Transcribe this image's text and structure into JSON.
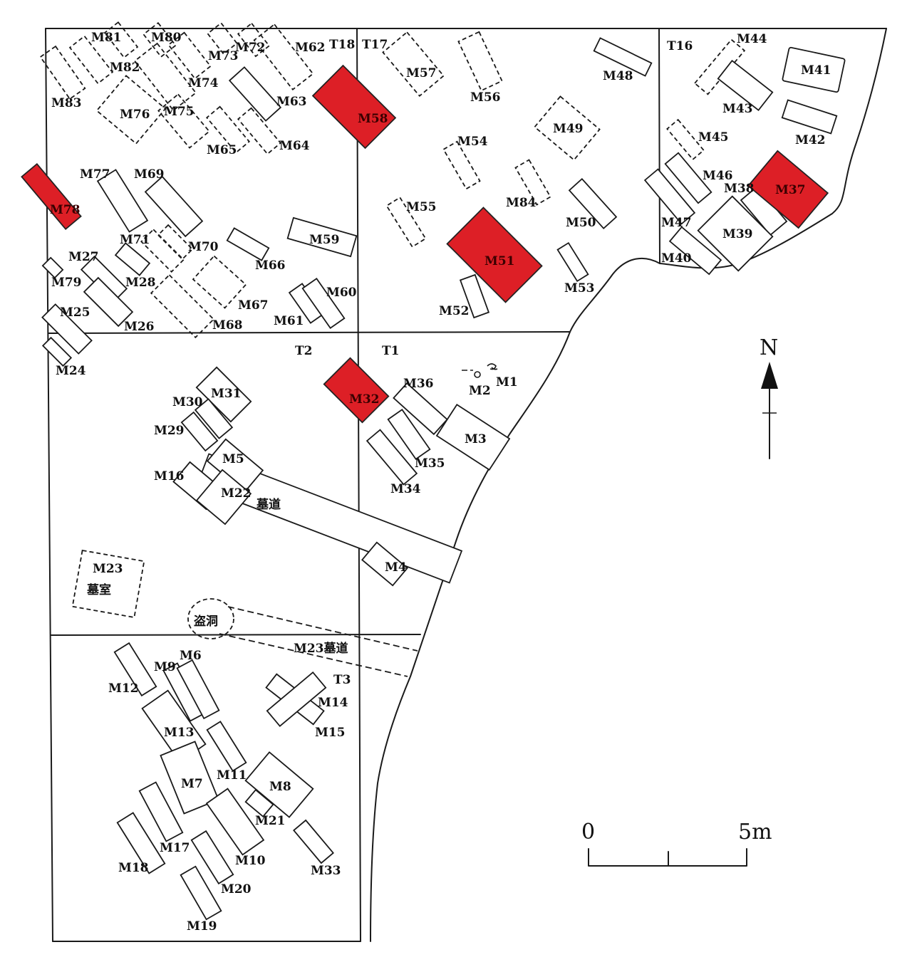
{
  "colors": {
    "highlight": "#dd1f26",
    "line": "#1a1a1a",
    "background": "#ffffff"
  },
  "labels": {
    "trenches": {
      "t1": "T1",
      "t2": "T2",
      "t3": "T3",
      "t16": "T16",
      "t17": "T17",
      "t18": "T18"
    },
    "north": "N",
    "scale_start": "0",
    "scale_end": "5m",
    "passage": "墓道",
    "tomb_chamber": "墓室",
    "robbers_hole": "盗洞",
    "m23_passage": "M23墓道"
  },
  "tombs": [
    {
      "id": "M1",
      "style": "outline"
    },
    {
      "id": "M2",
      "style": "outline"
    },
    {
      "id": "M3",
      "style": "outline"
    },
    {
      "id": "M4",
      "style": "outline"
    },
    {
      "id": "M5",
      "style": "outline"
    },
    {
      "id": "M6",
      "style": "outline"
    },
    {
      "id": "M7",
      "style": "outline"
    },
    {
      "id": "M8",
      "style": "outline"
    },
    {
      "id": "M9",
      "style": "outline"
    },
    {
      "id": "M10",
      "style": "outline"
    },
    {
      "id": "M11",
      "style": "outline"
    },
    {
      "id": "M12",
      "style": "outline"
    },
    {
      "id": "M13",
      "style": "outline"
    },
    {
      "id": "M14",
      "style": "outline"
    },
    {
      "id": "M15",
      "style": "outline"
    },
    {
      "id": "M16",
      "style": "outline"
    },
    {
      "id": "M17",
      "style": "outline"
    },
    {
      "id": "M18",
      "style": "outline"
    },
    {
      "id": "M19",
      "style": "outline"
    },
    {
      "id": "M20",
      "style": "outline"
    },
    {
      "id": "M21",
      "style": "outline"
    },
    {
      "id": "M22",
      "style": "outline"
    },
    {
      "id": "M23",
      "style": "dashed"
    },
    {
      "id": "M24",
      "style": "outline"
    },
    {
      "id": "M25",
      "style": "outline"
    },
    {
      "id": "M26",
      "style": "outline"
    },
    {
      "id": "M27",
      "style": "outline"
    },
    {
      "id": "M28",
      "style": "outline"
    },
    {
      "id": "M29",
      "style": "outline"
    },
    {
      "id": "M30",
      "style": "outline"
    },
    {
      "id": "M31",
      "style": "outline"
    },
    {
      "id": "M32",
      "style": "highlighted"
    },
    {
      "id": "M33",
      "style": "outline"
    },
    {
      "id": "M34",
      "style": "outline"
    },
    {
      "id": "M35",
      "style": "outline"
    },
    {
      "id": "M36",
      "style": "outline"
    },
    {
      "id": "M37",
      "style": "highlighted"
    },
    {
      "id": "M38",
      "style": "outline"
    },
    {
      "id": "M39",
      "style": "outline"
    },
    {
      "id": "M40",
      "style": "outline"
    },
    {
      "id": "M41",
      "style": "outline"
    },
    {
      "id": "M42",
      "style": "outline"
    },
    {
      "id": "M43",
      "style": "outline"
    },
    {
      "id": "M44",
      "style": "dashed"
    },
    {
      "id": "M45",
      "style": "dashed"
    },
    {
      "id": "M46",
      "style": "outline"
    },
    {
      "id": "M47",
      "style": "outline"
    },
    {
      "id": "M48",
      "style": "outline"
    },
    {
      "id": "M49",
      "style": "dashed"
    },
    {
      "id": "M50",
      "style": "outline"
    },
    {
      "id": "M51",
      "style": "highlighted"
    },
    {
      "id": "M52",
      "style": "outline"
    },
    {
      "id": "M53",
      "style": "outline"
    },
    {
      "id": "M54",
      "style": "dashed"
    },
    {
      "id": "M55",
      "style": "dashed"
    },
    {
      "id": "M56",
      "style": "dashed"
    },
    {
      "id": "M57",
      "style": "dashed"
    },
    {
      "id": "M58",
      "style": "highlighted"
    },
    {
      "id": "M59",
      "style": "outline"
    },
    {
      "id": "M60",
      "style": "outline"
    },
    {
      "id": "M61",
      "style": "outline"
    },
    {
      "id": "M62",
      "style": "dashed"
    },
    {
      "id": "M63",
      "style": "outline"
    },
    {
      "id": "M64",
      "style": "dashed"
    },
    {
      "id": "M65",
      "style": "dashed"
    },
    {
      "id": "M66",
      "style": "outline"
    },
    {
      "id": "M67",
      "style": "dashed"
    },
    {
      "id": "M68",
      "style": "dashed"
    },
    {
      "id": "M69",
      "style": "outline"
    },
    {
      "id": "M70",
      "style": "dashed"
    },
    {
      "id": "M71",
      "style": "dashed"
    },
    {
      "id": "M72",
      "style": "dashed"
    },
    {
      "id": "M73",
      "style": "dashed"
    },
    {
      "id": "M74",
      "style": "dashed"
    },
    {
      "id": "M75",
      "style": "dashed"
    },
    {
      "id": "M76",
      "style": "dashed"
    },
    {
      "id": "M77",
      "style": "outline"
    },
    {
      "id": "M78",
      "style": "highlighted"
    },
    {
      "id": "M79",
      "style": "outline"
    },
    {
      "id": "M80",
      "style": "dashed"
    },
    {
      "id": "M81",
      "style": "dashed"
    },
    {
      "id": "M82",
      "style": "dashed"
    },
    {
      "id": "M83",
      "style": "dashed"
    },
    {
      "id": "M84",
      "style": "dashed"
    }
  ]
}
